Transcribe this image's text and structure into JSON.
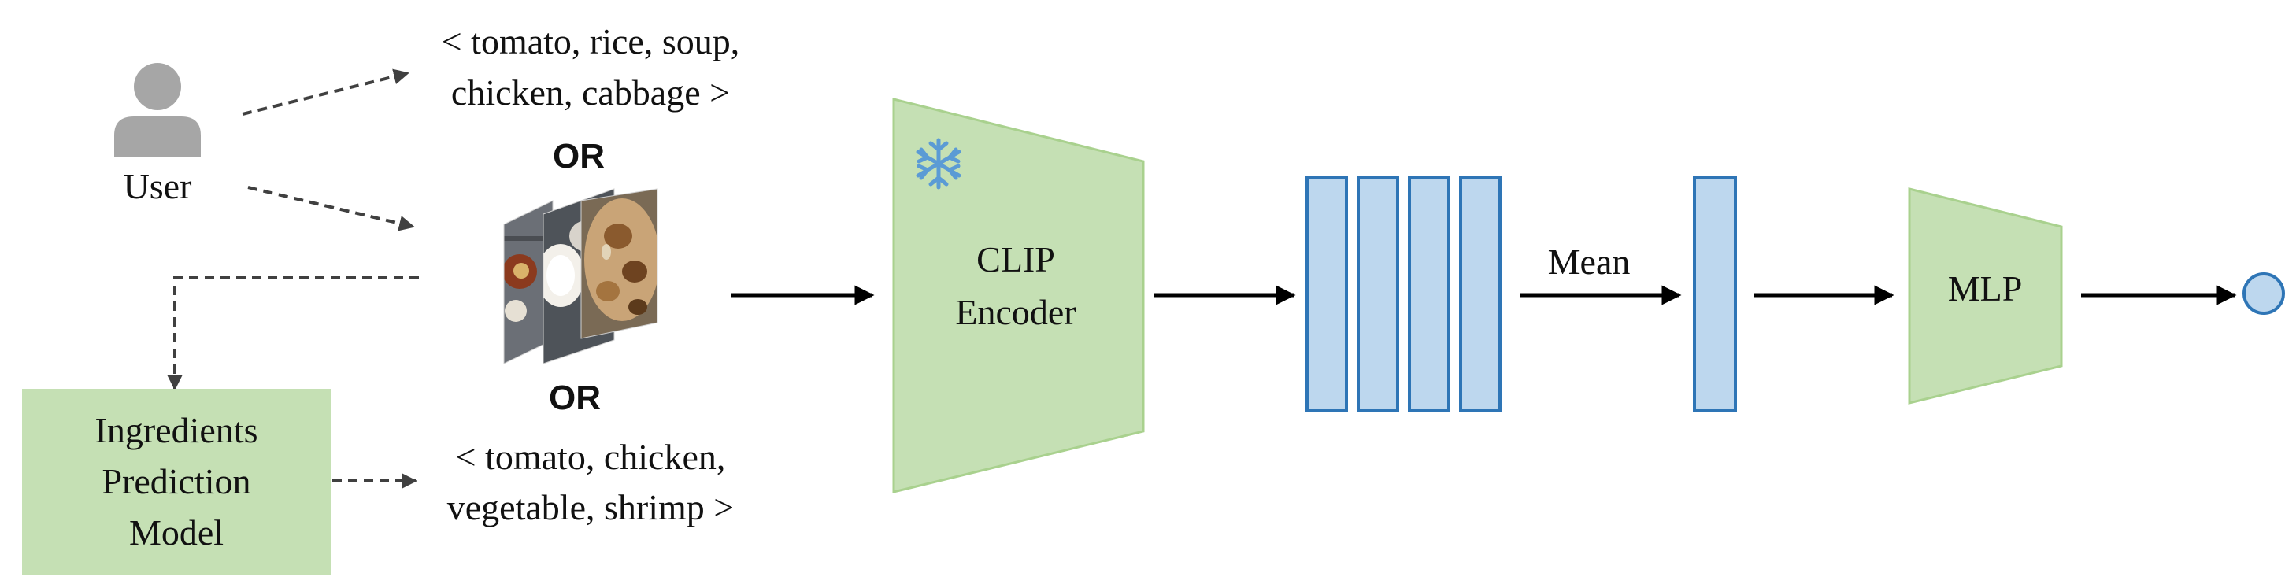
{
  "user": {
    "label": "User"
  },
  "top_ingredients": {
    "line1": "< tomato, rice, soup,",
    "line2": "chicken, cabbage >"
  },
  "or_top": "OR",
  "or_bottom": "OR",
  "predicted_ingredients": {
    "line1": "< tomato, chicken,",
    "line2": "vegetable, shrimp >"
  },
  "ingredients_model": {
    "line1": "Ingredients",
    "line2": "Prediction",
    "line3": "Model"
  },
  "clip_encoder": {
    "line1": "CLIP",
    "line2": "Encoder",
    "frozen_icon": "snowflake-icon"
  },
  "mean_label": "Mean",
  "mlp_label": "MLP",
  "colors": {
    "green_fill": "#c5e0b4",
    "green_stroke": "#a9d18e",
    "blue_fill": "#bdd7ee",
    "blue_stroke": "#2e75b6",
    "arrow": "#000000",
    "dashed_arrow": "#404040",
    "user_icon": "#a6a6a6",
    "snowflake": "#5b9bd5"
  }
}
